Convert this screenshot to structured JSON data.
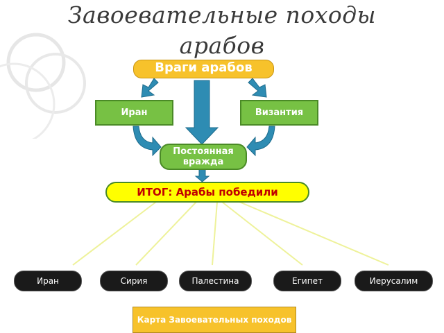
{
  "title": "Завоевательные походы арабов",
  "enemies_box": "Враги арабов",
  "left_enemy": "Иран",
  "right_enemy": "Византия",
  "center_box": "Постоянная вражда",
  "result": "ИТОГ: Арабы победили",
  "conquered": [
    "Иран",
    "Сирия",
    "Палестина",
    "Египет",
    "Иерусалим"
  ],
  "map_button": "Карта Завоевательных походов",
  "colors": {
    "green": "#77c144",
    "yellow": "#f7c22b",
    "result_fill": "#ffff00",
    "result_text": "#c00000",
    "arrow": "#2e8cb3",
    "line": "#eef29a"
  }
}
